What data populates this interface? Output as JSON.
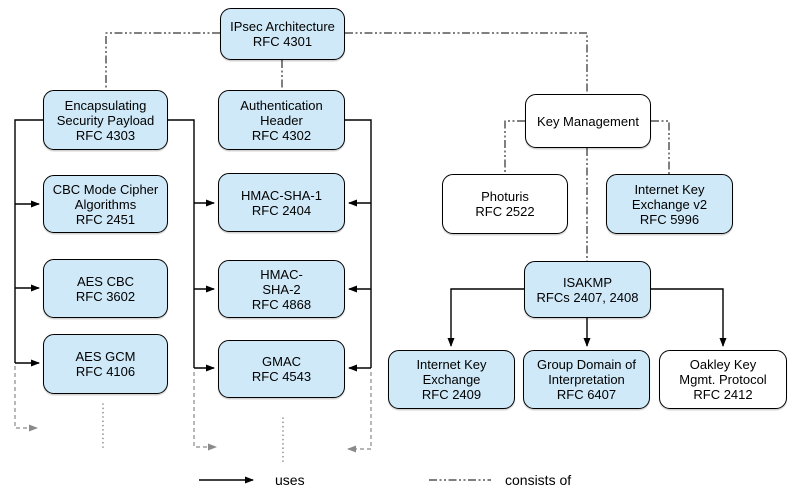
{
  "colors": {
    "node_fill_blue": "#cfe9f8",
    "node_fill_white": "#ffffff",
    "node_border": "#000000",
    "uses_arrow": "#000000",
    "consists_line": "#000000",
    "continuation_gray": "#8a8a8a"
  },
  "nodes": {
    "ipsec": {
      "lines": [
        "IPsec Architecture",
        "RFC 4301"
      ]
    },
    "esp": {
      "lines": [
        "Encapsulating",
        "Security Payload",
        "RFC 4303"
      ]
    },
    "cbc": {
      "lines": [
        "CBC Mode Cipher",
        "Algorithms",
        "RFC 2451"
      ]
    },
    "aes_cbc": {
      "lines": [
        "AES CBC",
        "RFC 3602"
      ]
    },
    "aes_gcm": {
      "lines": [
        "AES GCM",
        "RFC 4106"
      ]
    },
    "ah": {
      "lines": [
        "Authentication",
        "Header",
        "RFC 4302"
      ]
    },
    "hmac_sha1": {
      "lines": [
        "HMAC-SHA-1",
        "RFC 2404"
      ]
    },
    "hmac_sha2": {
      "lines": [
        "HMAC-",
        "SHA-2",
        "RFC 4868"
      ]
    },
    "gmac": {
      "lines": [
        "GMAC",
        "RFC 4543"
      ]
    },
    "key_mgmt": {
      "lines": [
        "Key Management"
      ]
    },
    "photuris": {
      "lines": [
        "Photuris",
        "RFC 2522"
      ]
    },
    "ikev2": {
      "lines": [
        "Internet Key",
        "Exchange v2",
        "RFC 5996"
      ]
    },
    "isakmp": {
      "lines": [
        "ISAKMP",
        "RFCs 2407, 2408"
      ]
    },
    "ike": {
      "lines": [
        "Internet Key",
        "Exchange",
        "RFC 2409"
      ]
    },
    "gdoi": {
      "lines": [
        "Group Domain of",
        "Interpretation",
        "RFC 6407"
      ]
    },
    "oakley": {
      "lines": [
        "Oakley Key",
        "Mgmt. Protocol",
        "RFC 2412"
      ]
    }
  },
  "edges": [
    {
      "from": "ipsec",
      "to": "esp",
      "type": "consists_of"
    },
    {
      "from": "ipsec",
      "to": "ah",
      "type": "consists_of"
    },
    {
      "from": "ipsec",
      "to": "key_mgmt",
      "type": "consists_of"
    },
    {
      "from": "key_mgmt",
      "to": "photuris",
      "type": "consists_of"
    },
    {
      "from": "key_mgmt",
      "to": "ikev2",
      "type": "consists_of"
    },
    {
      "from": "key_mgmt",
      "to": "isakmp",
      "type": "consists_of"
    },
    {
      "from": "esp",
      "to": "cbc",
      "type": "uses"
    },
    {
      "from": "esp",
      "to": "aes_cbc",
      "type": "uses"
    },
    {
      "from": "esp",
      "to": "aes_gcm",
      "type": "uses"
    },
    {
      "from": "esp",
      "to": "hmac_sha1",
      "type": "uses"
    },
    {
      "from": "esp",
      "to": "hmac_sha2",
      "type": "uses"
    },
    {
      "from": "esp",
      "to": "gmac",
      "type": "uses"
    },
    {
      "from": "ah",
      "to": "hmac_sha1",
      "type": "uses"
    },
    {
      "from": "ah",
      "to": "hmac_sha2",
      "type": "uses"
    },
    {
      "from": "ah",
      "to": "gmac",
      "type": "uses"
    },
    {
      "from": "isakmp",
      "to": "ike",
      "type": "uses"
    },
    {
      "from": "isakmp",
      "to": "gdoi",
      "type": "uses"
    },
    {
      "from": "isakmp",
      "to": "oakley",
      "type": "uses"
    }
  ],
  "legend": {
    "uses_label": "uses",
    "consists_of_label": "consists of"
  }
}
